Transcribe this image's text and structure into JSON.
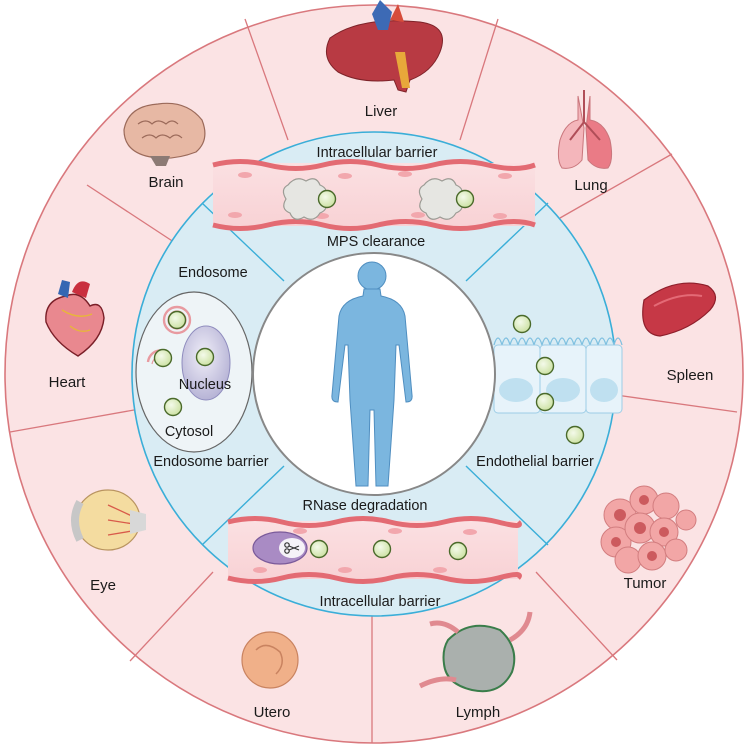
{
  "organs": {
    "liver": "Liver",
    "lung": "Lung",
    "spleen": "Spleen",
    "tumor": "Tumor",
    "lymph": "Lymph",
    "utero": "Utero",
    "eye": "Eye",
    "heart": "Heart",
    "brain": "Brain"
  },
  "barriers": {
    "top_title": "Intracellular barrier",
    "top_subtitle": "MPS clearance",
    "right": "Endothelial barrier",
    "bottom_title": "RNase degradation",
    "bottom_subtitle": "Intracellular barrier",
    "left": "Endosome barrier"
  },
  "cell": {
    "endosome": "Endosome",
    "nucleus": "Nucleus",
    "cytosol": "Cytosol"
  },
  "colors": {
    "outer_ring": "#fbe3e4",
    "outer_border": "#d9787d",
    "inner_ring": "#d9ecf4",
    "inner_border": "#3aaed8",
    "body": "#7bb6df",
    "vessel": "#e36b73",
    "nanoparticle": "#dcebc0"
  }
}
